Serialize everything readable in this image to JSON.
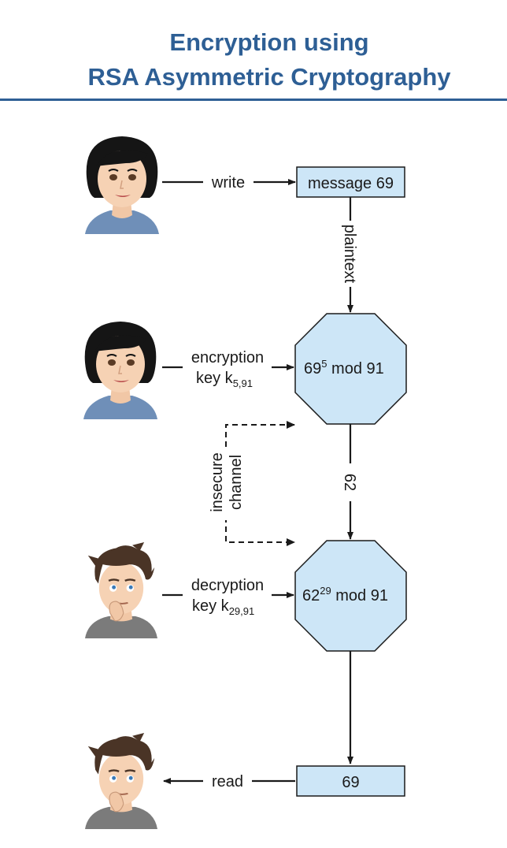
{
  "title": {
    "line1": "Encryption using",
    "line2": "RSA Asymmetric Cryptography"
  },
  "nodes": {
    "message_box": "message 69",
    "encrypt_base": "69",
    "encrypt_exp": "5",
    "encrypt_rest": " mod 91",
    "decrypt_base": "62",
    "decrypt_exp": "29",
    "decrypt_rest": " mod 91",
    "result_box": "69"
  },
  "edges": {
    "write": "write",
    "plaintext": "plaintext",
    "enc_key_line1": "encryption",
    "enc_key_line2": "key k",
    "enc_key_sub": "5,91",
    "channel_line1": "insecure",
    "channel_line2": "channel",
    "ciphertext": "62",
    "dec_key_line1": "decryption",
    "dec_key_line2": "key k",
    "dec_key_sub": "29,91",
    "read": "read"
  },
  "actors": [
    {
      "icon": "woman-avatar-icon",
      "role": "sender"
    },
    {
      "icon": "woman-avatar-icon",
      "role": "encryptor"
    },
    {
      "icon": "man-avatar-icon",
      "role": "decryptor"
    },
    {
      "icon": "man-avatar-icon",
      "role": "receiver"
    }
  ],
  "colors": {
    "title": "#2e5f95",
    "node_fill": "#cde6f7",
    "stroke": "#1a1a1a"
  }
}
